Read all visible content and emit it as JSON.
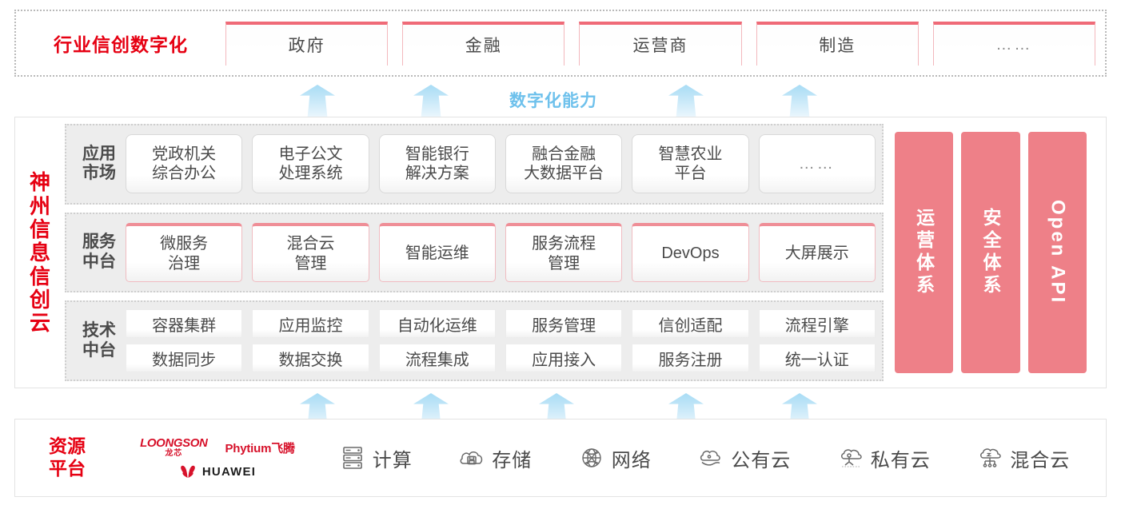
{
  "industry": {
    "title": "行业信创数字化",
    "cards": [
      "政府",
      "金融",
      "运营商",
      "制造",
      "……"
    ]
  },
  "capability": {
    "label": "数字化能力",
    "arrow_icon": "up-arrow-icon",
    "arrow_count": 4
  },
  "cloud": {
    "title_chars": [
      "神",
      "州",
      "信",
      "息",
      "信",
      "创",
      "云"
    ],
    "rows": [
      {
        "label": "应用\n市场",
        "label_line1": "应用",
        "label_line2": "市场",
        "type": "app",
        "cards": [
          "党政机关\n综合办公",
          "电子公文\n处理系统",
          "智能银行\n解决方案",
          "融合金融\n大数据平台",
          "智慧农业\n平台",
          "……"
        ]
      },
      {
        "label_line1": "服务",
        "label_line2": "中台",
        "type": "service",
        "cards": [
          "微服务\n治理",
          "混合云\n管理",
          "智能运维",
          "服务流程\n管理",
          "DevOps",
          "大屏展示"
        ]
      },
      {
        "label_line1": "技术",
        "label_line2": "中台",
        "type": "tech",
        "cards_row1": [
          "容器集群",
          "应用监控",
          "自动化运维",
          "服务管理",
          "信创适配",
          "流程引擎"
        ],
        "cards_row2": [
          "数据同步",
          "数据交换",
          "流程集成",
          "应用接入",
          "服务注册",
          "统一认证"
        ]
      }
    ],
    "pillars": [
      {
        "text": "运营体系",
        "latin": false
      },
      {
        "text": "安全体系",
        "latin": false
      },
      {
        "text": "Open API",
        "latin": true
      }
    ]
  },
  "lower_arrows": {
    "arrow_icon": "up-arrow-icon",
    "arrow_count": 5
  },
  "resource": {
    "title_line1": "资源",
    "title_line2": "平台",
    "logos": [
      {
        "name": "loongson-logo",
        "main": "LOONGSON",
        "sub": "龙芯"
      },
      {
        "name": "phytium-logo",
        "text": "Phytium飞腾"
      },
      {
        "name": "huawei-logo",
        "text": "HUAWEI"
      }
    ],
    "items": [
      {
        "icon": "server-icon",
        "label": "计算"
      },
      {
        "icon": "storage-cloud-icon",
        "label": "存储"
      },
      {
        "icon": "network-globe-icon",
        "label": "网络"
      },
      {
        "icon": "public-cloud-icon",
        "label": "公有云"
      },
      {
        "icon": "private-cloud-icon",
        "label": "私有云"
      },
      {
        "icon": "hybrid-cloud-icon",
        "label": "混合云"
      }
    ]
  },
  "colors": {
    "brand_red": "#e60012",
    "pink": "#ee8088",
    "card_pink_border": "#ef6a77",
    "arrow_blue": "#a8dcf5",
    "band_gray": "#ededed"
  }
}
